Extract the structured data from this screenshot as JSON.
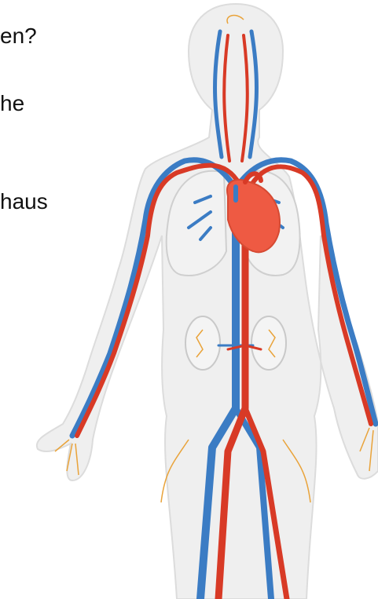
{
  "text_lines": [
    "en?",
    "he",
    "haus"
  ],
  "colors": {
    "body_fill": "#eeeeee",
    "body_outline": "#dcdcdc",
    "artery": "#d83a26",
    "vein": "#3b7cc4",
    "heart": "#ee5a43",
    "capillary": "#e9a33a",
    "organ_outline": "#c9c9c9"
  },
  "icons": [
    "human-circulatory-figure"
  ]
}
